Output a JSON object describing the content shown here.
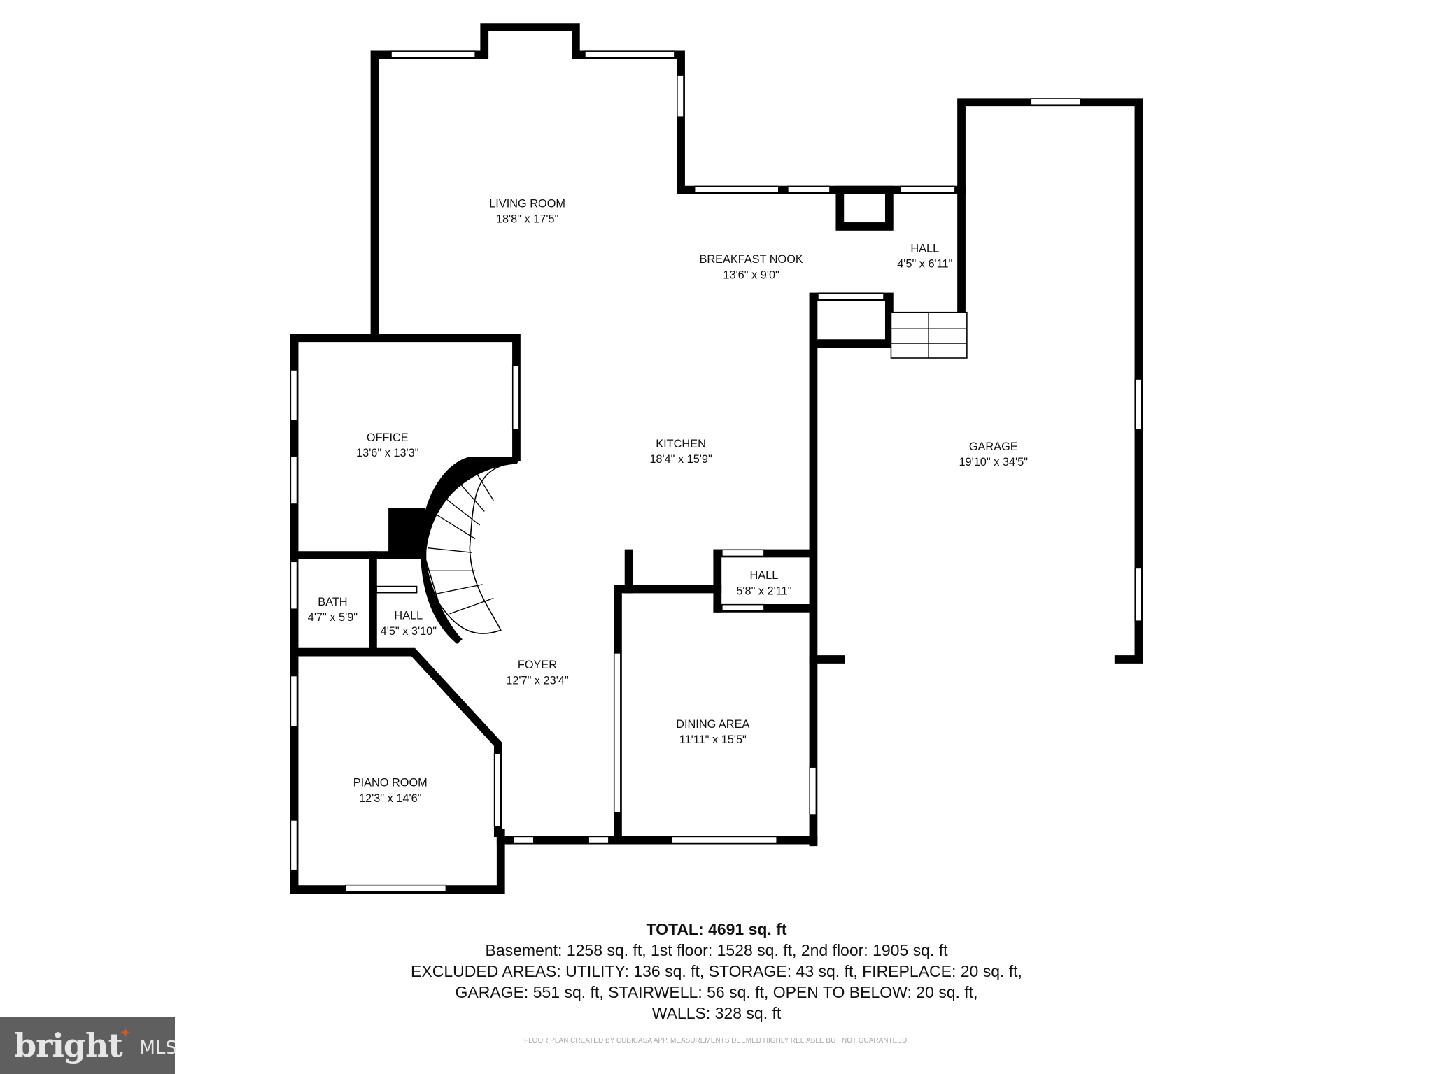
{
  "rooms": [
    {
      "name": "LIVING ROOM",
      "size": "18'8\" x 17'5\""
    },
    {
      "name": "BREAKFAST NOOK",
      "size": "13'6\" x 9'0\""
    },
    {
      "name": "HALL",
      "size": "4'5\" x 6'11\""
    },
    {
      "name": "OFFICE",
      "size": "13'6\" x 13'3\""
    },
    {
      "name": "KITCHEN",
      "size": "18'4\" x 15'9\""
    },
    {
      "name": "GARAGE",
      "size": "19'10\" x 34'5\""
    },
    {
      "name": "BATH",
      "size": "4'7\" x 5'9\""
    },
    {
      "name": "HALL",
      "size": "4'5\" x 3'10\""
    },
    {
      "name": "HALL",
      "size": "5'8\" x 2'11\""
    },
    {
      "name": "FOYER",
      "size": "12'7\" x 23'4\""
    },
    {
      "name": "DINING AREA",
      "size": "11'11\" x 15'5\""
    },
    {
      "name": "PIANO ROOM",
      "size": "12'3\" x 14'6\""
    }
  ],
  "summary": {
    "total": "TOTAL: 4691 sq. ft",
    "lines": [
      "Basement: 1258 sq. ft, 1st floor: 1528 sq. ft, 2nd floor: 1905 sq. ft",
      "EXCLUDED AREAS: UTILITY: 136 sq. ft, STORAGE: 43 sq. ft, FIREPLACE: 20 sq. ft,",
      "GARAGE: 551 sq. ft, STAIRWELL: 56 sq. ft, OPEN TO BELOW: 20 sq. ft,",
      "WALLS: 328 sq. ft"
    ]
  },
  "credit": "FLOOR PLAN CREATED BY CUBICASA APP. MEASUREMENTS DEEMED HIGHLY RELIABLE BUT NOT GUARANTEED.",
  "logo": {
    "brand": "bright",
    "suffix": "MLS",
    "accent_color": "#e0522a"
  }
}
